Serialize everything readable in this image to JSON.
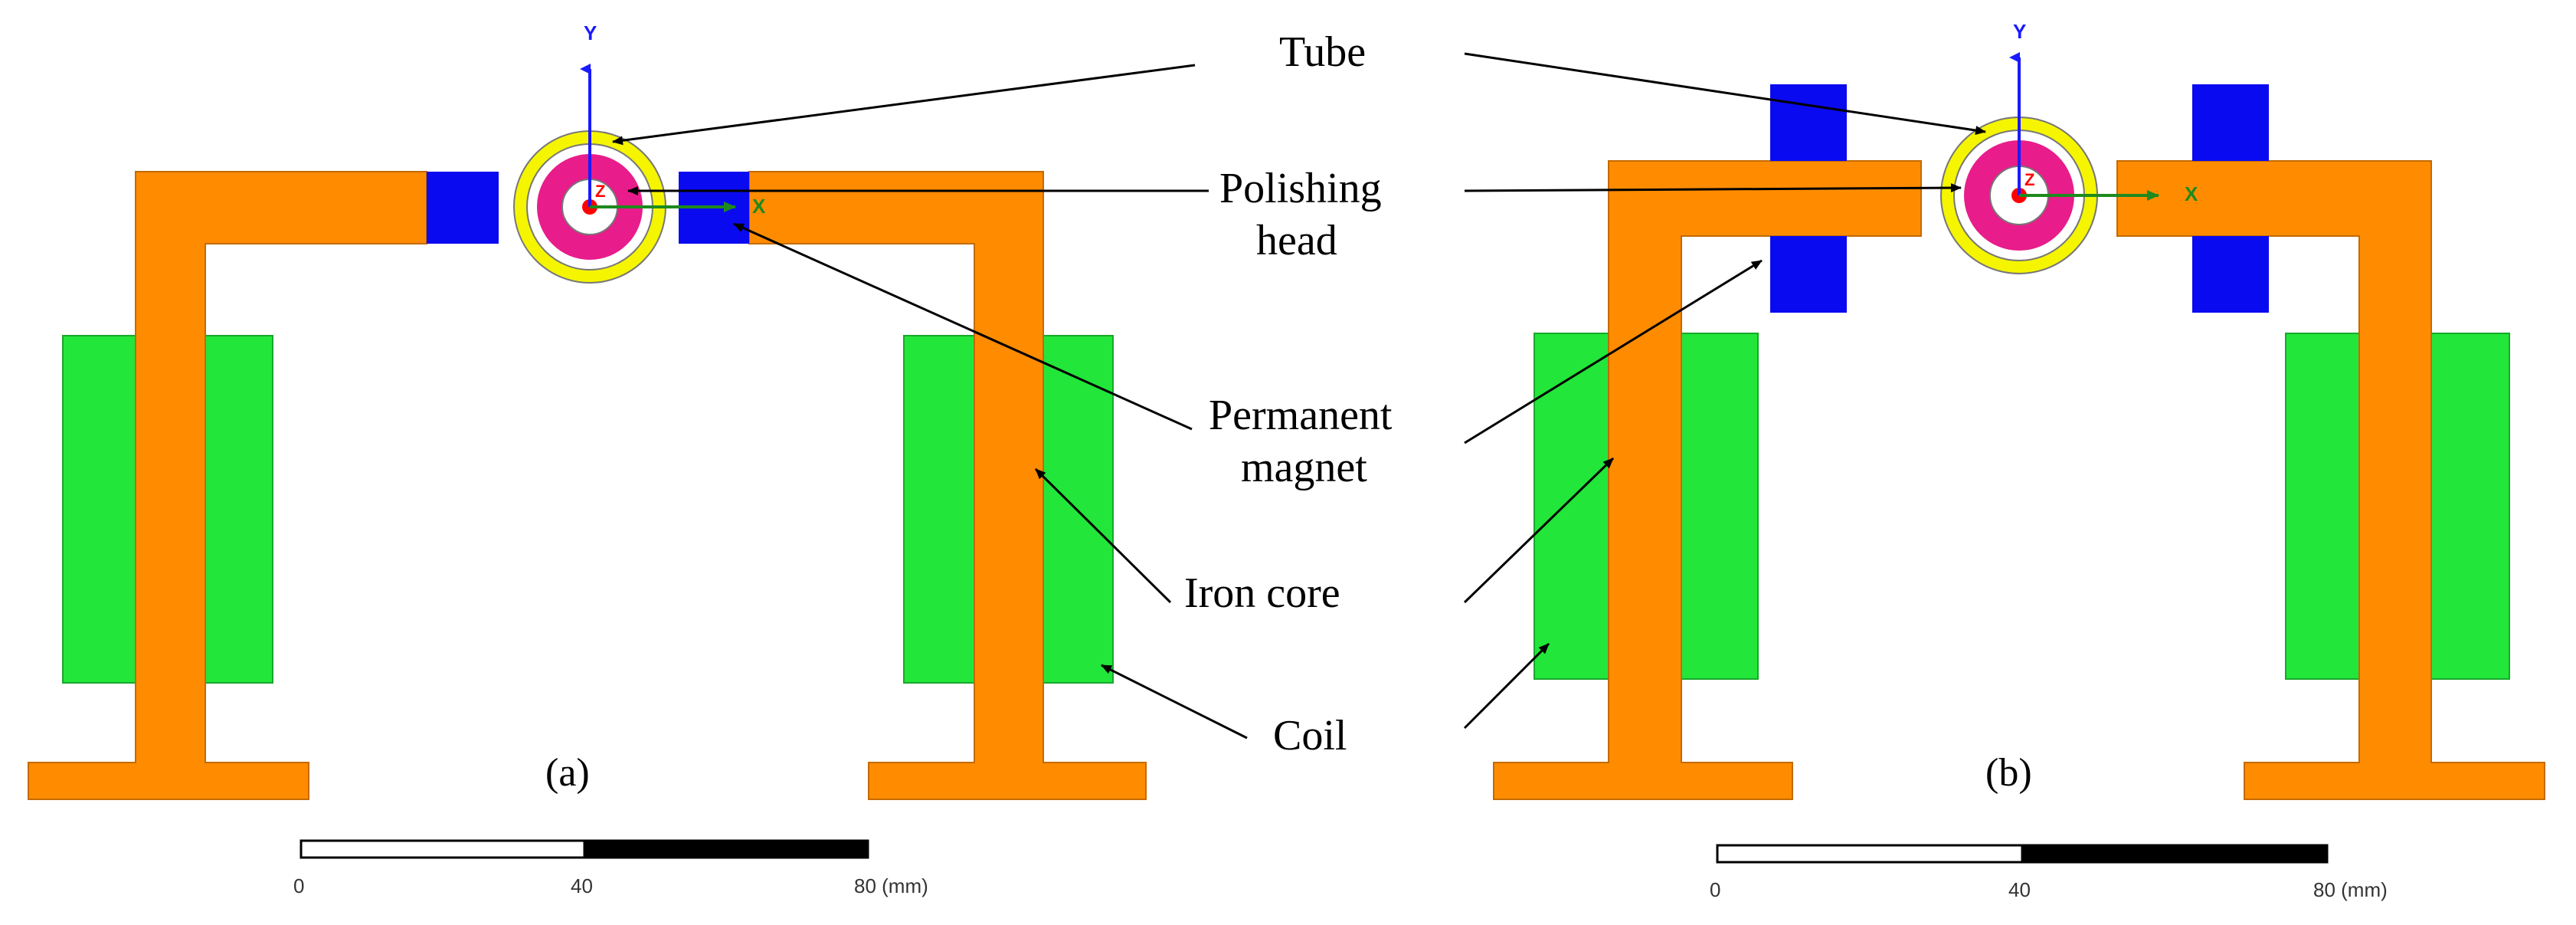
{
  "labels": {
    "tube": "Tube",
    "polishing_head_line1": "Polishing",
    "polishing_head_line2": "head",
    "permanent_magnet_line1": "Permanent",
    "permanent_magnet_line2": "magnet",
    "iron_core": "Iron core",
    "coil": "Coil"
  },
  "panels": {
    "a": {
      "label": "(a)"
    },
    "b": {
      "label": "(b)"
    }
  },
  "scale_bar": {
    "ticks": [
      "0",
      "40",
      "80 (mm)"
    ]
  },
  "axes": {
    "y_label": "Y",
    "x_label": "X",
    "z_label": "Z"
  },
  "colors": {
    "iron_core": "#FF8C00",
    "iron_core_stroke": "#C46A00",
    "coil": "#22E63A",
    "coil_stroke": "#18A82A",
    "permanent_magnet": "#0A0AF0",
    "tube_outer": "#F5F500",
    "tube_ring": "#E81C8A",
    "origin": "#FF0000",
    "axis_y": "#1A1AFF",
    "axis_x": "#1E8A1E"
  }
}
